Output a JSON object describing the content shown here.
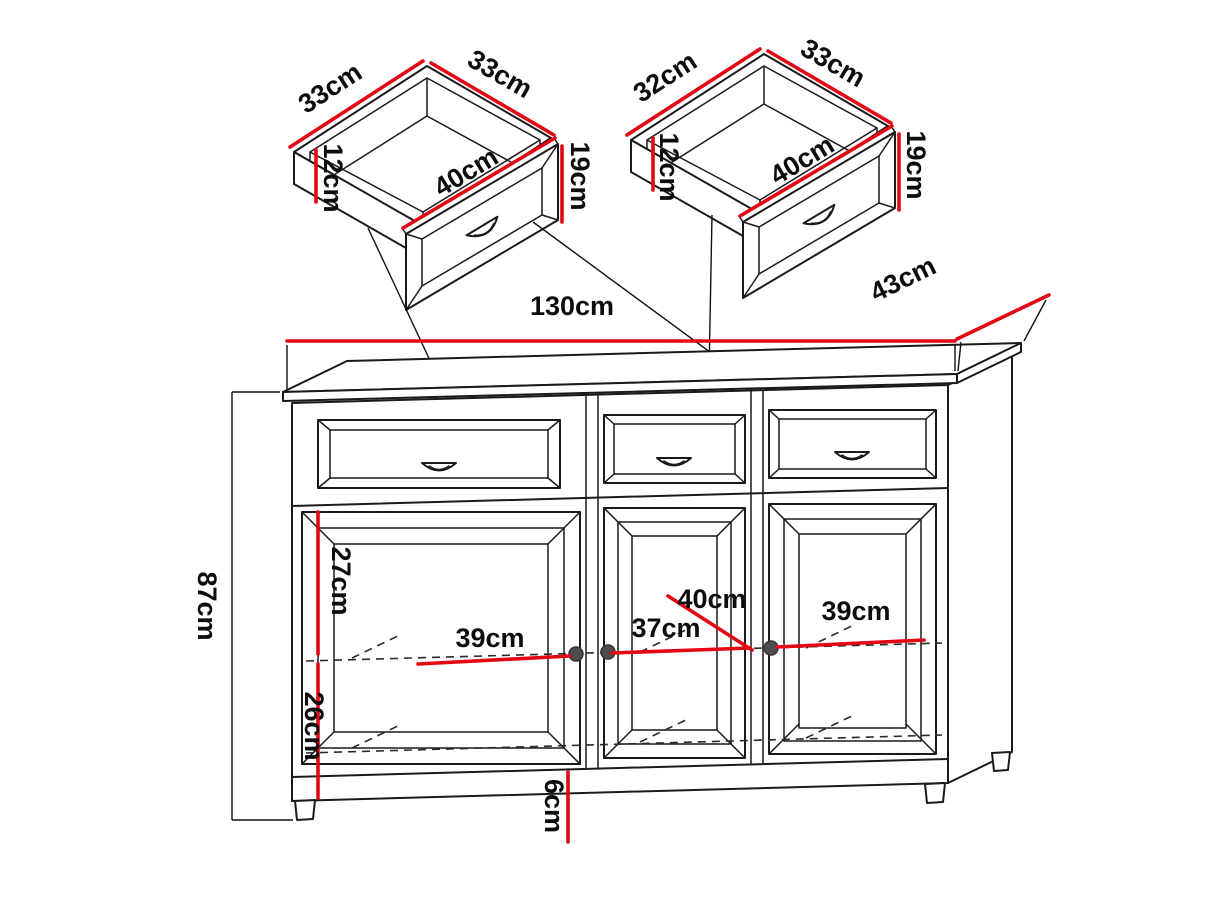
{
  "diagram": {
    "name": "Sideboard with drawers - dimension diagram",
    "colors": {
      "dimension_line": "#e30613",
      "outline": "#1a1a1a",
      "knob": "#4d4d4d",
      "background": "#ffffff"
    },
    "labels": {
      "drawer_left": {
        "side_left": "33cm",
        "side_right": "33cm",
        "inner_height": "12cm",
        "front_width": "40cm",
        "front_height": "19cm"
      },
      "drawer_right": {
        "side_left": "32cm",
        "side_right": "33cm",
        "inner_height": "12cm",
        "front_width": "40cm",
        "front_height": "19cm"
      },
      "cabinet": {
        "width": "130cm",
        "depth": "43cm",
        "height": "87cm",
        "upper_section_height": "27cm",
        "lower_section_height": "26cm",
        "left_section_width": "39cm",
        "middle_section_width": "37cm",
        "inner_depth": "40cm",
        "right_section_width": "39cm",
        "plinth_height": "6cm"
      }
    }
  }
}
